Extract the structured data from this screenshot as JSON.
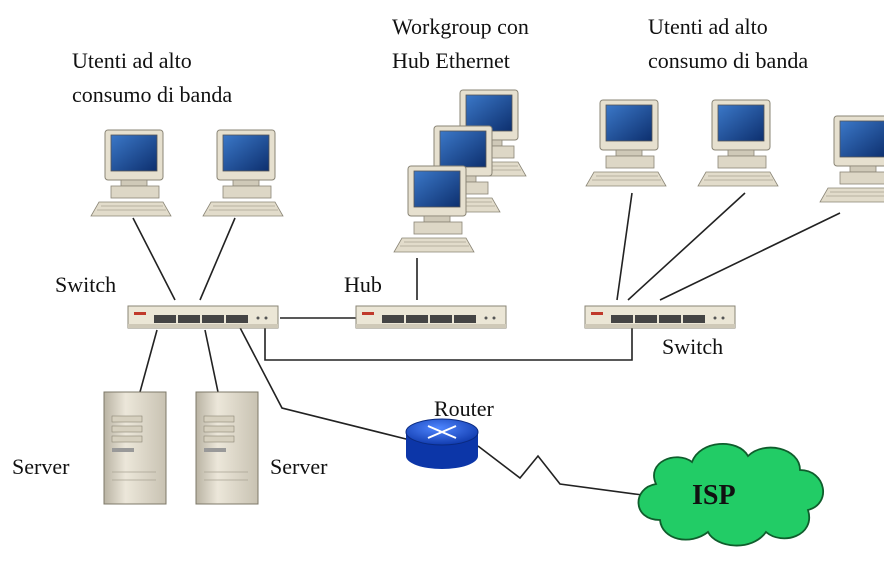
{
  "labels": {
    "users_left_line1": "Utenti ad alto",
    "users_left_line2": "consumo di banda",
    "workgroup_line1": "Workgroup con",
    "workgroup_line2": "Hub Ethernet",
    "users_right_line1": "Utenti ad alto",
    "users_right_line2": "consumo di banda",
    "switch_left": "Switch",
    "hub": "Hub",
    "switch_right": "Switch",
    "router": "Router",
    "server_left": "Server",
    "server_right": "Server",
    "isp": "ISP"
  },
  "colors": {
    "monitor_screen": "#1f4f9a",
    "device_body": "#e8e2d0",
    "router_blue": "#1a4fd0",
    "cloud_green": "#22cc66",
    "line": "#222222"
  },
  "icons": [
    "workstation-icon",
    "switch-icon",
    "hub-icon",
    "server-icon",
    "router-icon",
    "cloud-icon"
  ]
}
